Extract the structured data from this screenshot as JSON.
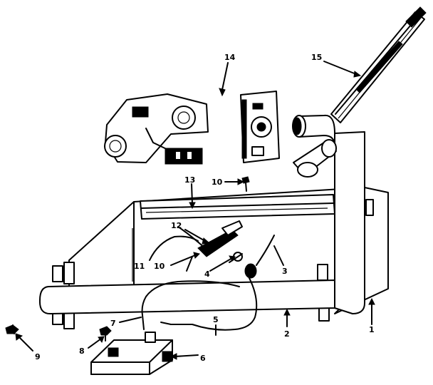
{
  "diagram": {
    "labels": {
      "p1": "1",
      "p2": "2",
      "p3": "3",
      "p4": "4",
      "p5": "5",
      "p6": "6",
      "p7": "7",
      "p8": "8",
      "p9": "9",
      "p10a": "10",
      "p10b": "10",
      "p11": "11",
      "p12": "12",
      "p13": "13",
      "p14": "14",
      "p15": "15"
    }
  }
}
